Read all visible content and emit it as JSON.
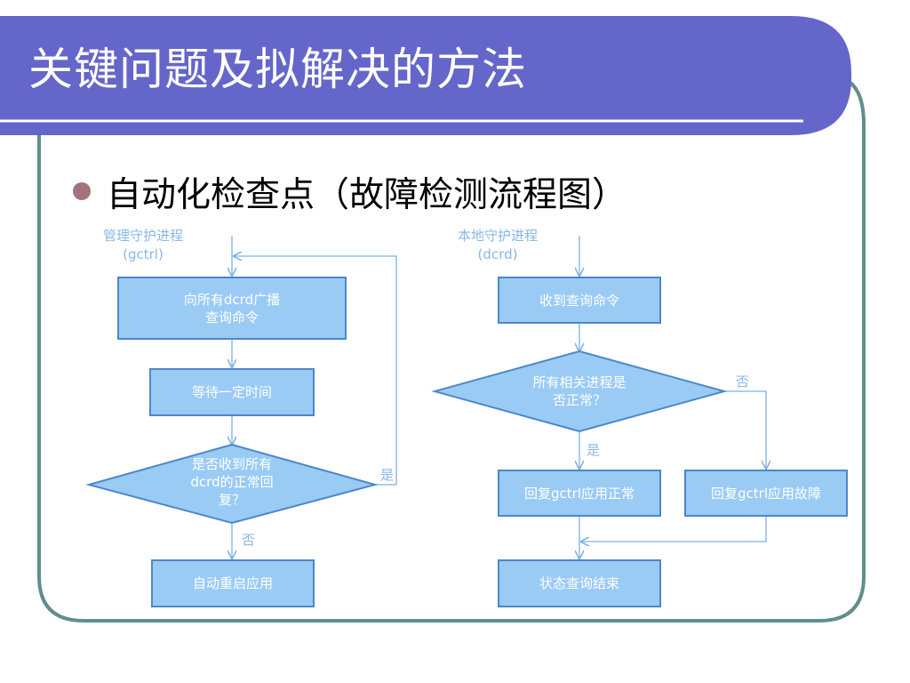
{
  "slide": {
    "title": "关键问题及拟解决的方法",
    "bullet": "自动化检查点（故障检测流程图）"
  },
  "left_flow": {
    "process_name": "管理守护进程",
    "process_id": "(gctrl)",
    "step1": "向所有dcrd广播",
    "step1_line2": "查询命令",
    "step2": "等待一定时间",
    "decision_line1": "是否收到所有",
    "decision_line2": "dcrd的正常回",
    "decision_line3": "复？",
    "yes_label": "是",
    "no_label": "否",
    "end": "自动重启应用"
  },
  "right_flow": {
    "process_name": "本地守护进程",
    "process_id": "(dcrd)",
    "step1": "收到查询命令",
    "decision_line1": "所有相关进程是",
    "decision_line2": "否正常？",
    "yes_label": "是",
    "no_label": "否",
    "ok_box": "回复gctrl应用正常",
    "fail_box": "回复gctrl应用故障",
    "end": "状态查询结束"
  },
  "colors": {
    "title_bar": "#6566c9",
    "frame_border": "#5f8f8a",
    "box_fill": "#9acbf5",
    "box_border": "#4d87c9",
    "arrow": "#7fb2e0",
    "label_text": "#87b8e8",
    "bullet_dot": "#a3737b"
  }
}
